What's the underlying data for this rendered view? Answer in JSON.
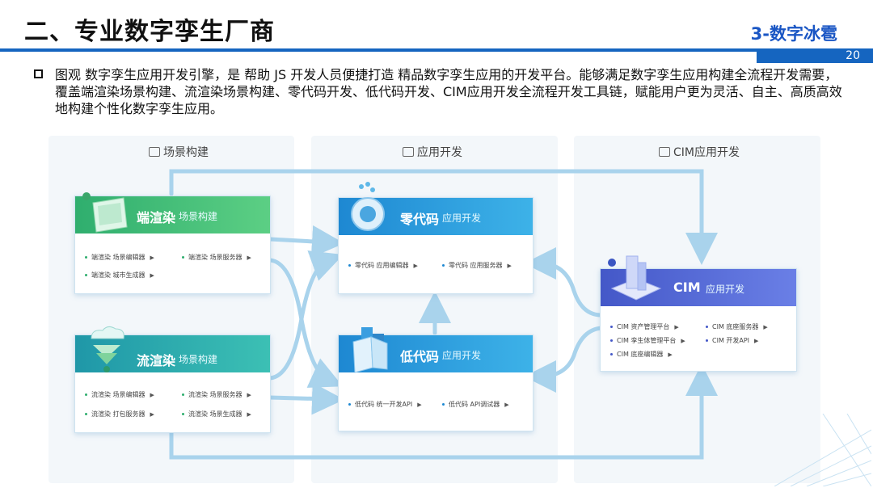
{
  "header": {
    "title": "二、专业数字孪生厂商",
    "brand": "3-数字冰雹",
    "page_number": "20"
  },
  "intro": "图观 数字孪生应用开发引擎，是 帮助 JS 开发人员便捷打造 精品数字孪生应用的开发平台。能够满足数字孪生应用构建全流程开发需要，覆盖端渲染场景构建、流渲染场景构建、零代码开发、低代码开发、CIM应用开发全流程开发工具链，赋能用户更为灵活、自主、高质高效地构建个性化数字孪生应用。",
  "columns": [
    {
      "title": "场景构建",
      "icon": "layers-icon"
    },
    {
      "title": "应用开发",
      "icon": "app-window-icon"
    },
    {
      "title": "CIM应用开发",
      "icon": "building-icon"
    }
  ],
  "cards": {
    "duan": {
      "title": "端渲染",
      "subtitle": "场景构建",
      "items": [
        "端渲染 场景编辑器",
        "端渲染 场景服务器",
        "端渲染 城市生成器"
      ]
    },
    "liu": {
      "title": "流渲染",
      "subtitle": "场景构建",
      "items": [
        "流渲染 场景编辑器",
        "流渲染 场景服务器",
        "流渲染 打包服务器",
        "流渲染 场景生成器"
      ]
    },
    "ling": {
      "title": "零代码",
      "subtitle": "应用开发",
      "items": [
        "零代码 应用编辑器",
        "零代码 应用服务器"
      ]
    },
    "di": {
      "title": "低代码",
      "subtitle": "应用开发",
      "items": [
        "低代码 统一开发API",
        "低代码 API调试器"
      ]
    },
    "cim": {
      "title": "CIM",
      "subtitle": "应用开发",
      "items": [
        "CIM 资产管理平台",
        "CIM 底座服务器",
        "CIM 孪生体管理平台",
        "CIM 开发API",
        "CIM 底座编辑器"
      ]
    }
  },
  "colors": {
    "accent": "#1565c0",
    "flow_line": "#a9d3ec",
    "green": "#2fae6e",
    "teal": "#1f97a8",
    "blue": "#1e88d2",
    "cim": "#4458c8"
  }
}
